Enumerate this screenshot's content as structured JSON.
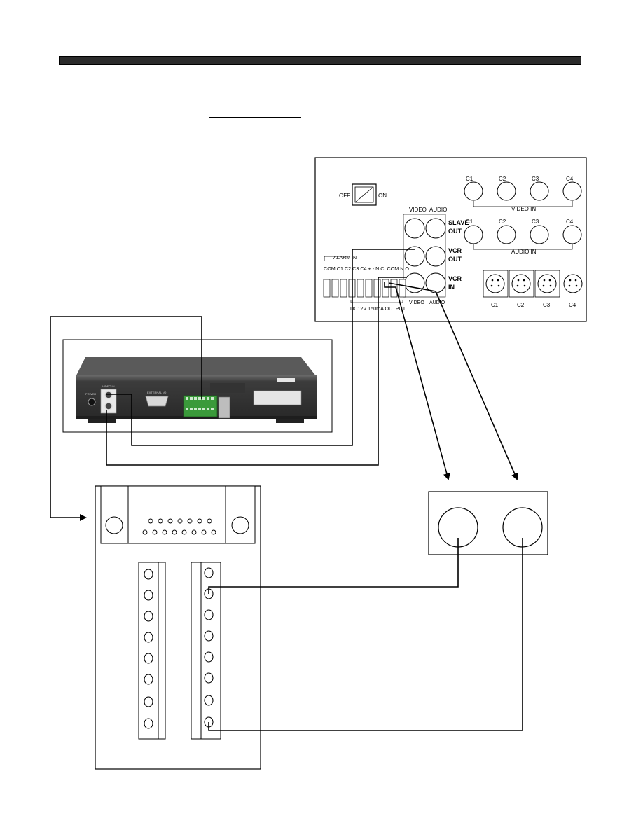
{
  "rear_panel": {
    "power": {
      "off": "OFF",
      "on": "ON"
    },
    "video_in": {
      "title": "VIDEO IN",
      "channels": [
        "C1",
        "C2",
        "C3",
        "C4"
      ]
    },
    "audio_in": {
      "title": "AUDIO IN",
      "channels": [
        "C1",
        "C2",
        "C3",
        "C4"
      ]
    },
    "slave_out": {
      "line1": "SLAVE",
      "line2": "OUT"
    },
    "vcr_out": {
      "line1": "VCR",
      "line2": "OUT"
    },
    "vcr_in": {
      "line1": "VCR",
      "line2": "IN"
    },
    "video_top": "VIDEO",
    "audio_top": "AUDIO",
    "video_bottom": "VIDEO",
    "audio_bottom": "AUDIO",
    "alarm_in": "ALARM IN",
    "terminal_labels": "COM C1 C2 C3 C4  +  -  N.C.  COM N.O.",
    "dc_output": "DC12V 150mA OUTPUT",
    "svideo_channels": [
      "C1",
      "C2",
      "C3",
      "C4"
    ]
  },
  "device_photo": {
    "video_label": "VIDEO IN",
    "power_label": "POWER",
    "external_label": "EXTERNAL I/O"
  },
  "colors": {
    "line": "#000000",
    "title_bar": "#2b2b2b",
    "photo_body": "#4a4a4a",
    "terminal_green": "#3a9a3a"
  }
}
